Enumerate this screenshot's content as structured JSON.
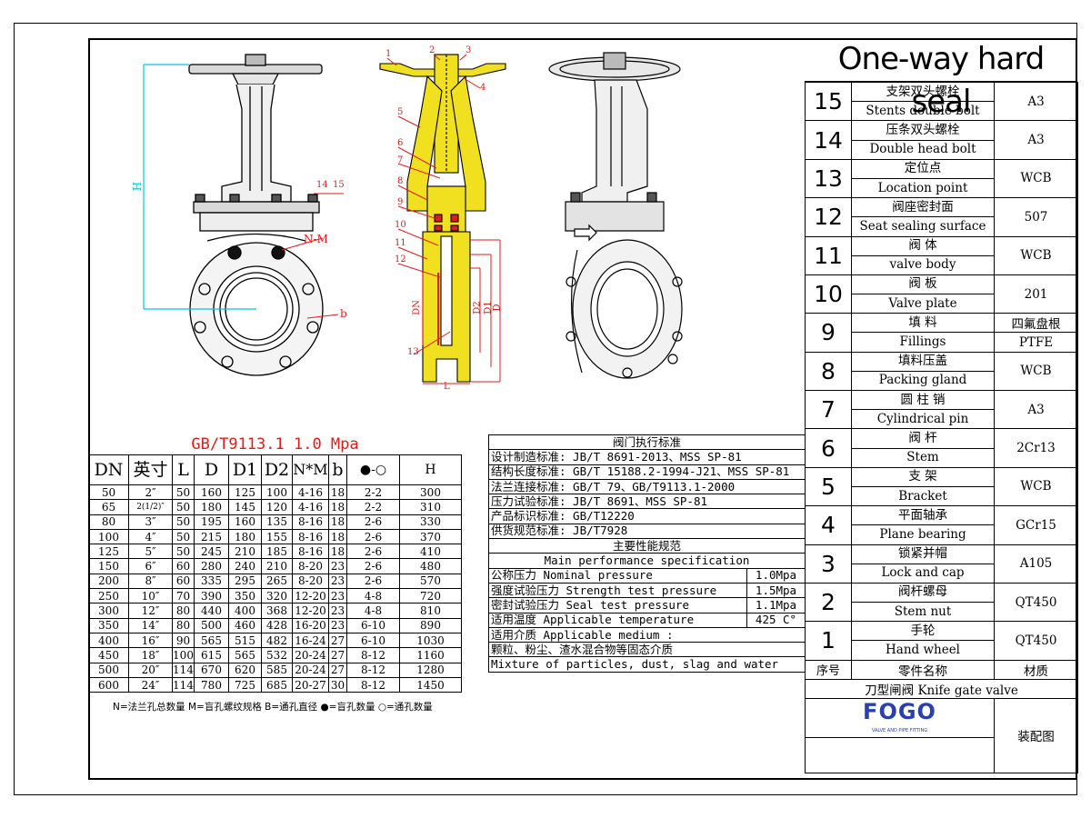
{
  "title": "One-way hard seal",
  "callouts": {
    "h_left": "H",
    "n_m": "N-M",
    "b": "b",
    "p14": "14",
    "p15": "15",
    "dn": "DN",
    "d2": "D2",
    "d1": "D1",
    "d": "D",
    "l": "L",
    "part_numbers": [
      "1",
      "2",
      "3",
      "4",
      "5",
      "6",
      "7",
      "8",
      "9",
      "10",
      "11",
      "12",
      "13"
    ]
  },
  "size_table": {
    "standard": "GB/T9113.1   1.0 Mpa",
    "headers": [
      "DN",
      "英寸",
      "L",
      "D",
      "D1",
      "D2",
      "N*M",
      "b",
      "●-○",
      "H"
    ],
    "rows": [
      [
        "50",
        "2″",
        "50",
        "160",
        "125",
        "100",
        "4-16",
        "18",
        "2-2",
        "300"
      ],
      [
        "65",
        "2(1/2)″",
        "50",
        "180",
        "145",
        "120",
        "4-16",
        "18",
        "2-2",
        "310"
      ],
      [
        "80",
        "3″",
        "50",
        "195",
        "160",
        "135",
        "8-16",
        "18",
        "2-6",
        "330"
      ],
      [
        "100",
        "4″",
        "50",
        "215",
        "180",
        "155",
        "8-16",
        "18",
        "2-6",
        "370"
      ],
      [
        "125",
        "5″",
        "50",
        "245",
        "210",
        "185",
        "8-16",
        "18",
        "2-6",
        "410"
      ],
      [
        "150",
        "6″",
        "60",
        "280",
        "240",
        "210",
        "8-20",
        "23",
        "2-6",
        "480"
      ],
      [
        "200",
        "8″",
        "60",
        "335",
        "295",
        "265",
        "8-20",
        "23",
        "2-6",
        "570"
      ],
      [
        "250",
        "10″",
        "70",
        "390",
        "350",
        "320",
        "12-20",
        "23",
        "4-8",
        "720"
      ],
      [
        "300",
        "12″",
        "80",
        "440",
        "400",
        "368",
        "12-20",
        "23",
        "4-8",
        "810"
      ],
      [
        "350",
        "14″",
        "80",
        "500",
        "460",
        "428",
        "16-20",
        "23",
        "6-10",
        "890"
      ],
      [
        "400",
        "16″",
        "90",
        "565",
        "515",
        "482",
        "16-24",
        "27",
        "6-10",
        "1030"
      ],
      [
        "450",
        "18″",
        "100",
        "615",
        "565",
        "532",
        "20-24",
        "27",
        "8-12",
        "1160"
      ],
      [
        "500",
        "20″",
        "114",
        "670",
        "620",
        "585",
        "20-24",
        "27",
        "8-12",
        "1280"
      ],
      [
        "600",
        "24″",
        "114",
        "780",
        "725",
        "685",
        "20-27",
        "30",
        "8-12",
        "1450"
      ]
    ],
    "note": "N=法兰孔总数量  M=盲孔螺纹规格  B=通孔直径  ●=盲孔数量  ○=通孔数量"
  },
  "standards": {
    "header": "阀门执行标准",
    "lines": [
      "设计制造标准: JB/T 8691-2013、MSS SP-81",
      "结构长度标准: GB/T 15188.2-1994-J21、MSS SP-81",
      "法兰连接标准: GB/T 79、GB/T9113.1-2000",
      "压力试验标准: JB/T 8691、MSS SP-81",
      "产品标识标准: GB/T12220",
      "供货规范标准: JB/T7928"
    ],
    "perf_header_cn": "主要性能规范",
    "perf_header_en": "Main performance specification",
    "perf": [
      {
        "label": "公称压力 Nominal pressure",
        "value": "1.0Mpa"
      },
      {
        "label": "强度试验压力 Strength test pressure",
        "value": "1.5Mpa"
      },
      {
        "label": "密封试验压力 Seal test pressure",
        "value": "1.1Mpa"
      },
      {
        "label": "适用温度 Applicable temperature",
        "value": "425 C°"
      }
    ],
    "medium_lines": [
      "适用介质 Applicable medium :",
      "颗粒、粉尘、渣水混合物等固态介质",
      "Mixture of particles, dust, slag and water"
    ]
  },
  "parts": [
    {
      "no": "15",
      "cn": "支架双头螺栓",
      "en": "Stents double bolt",
      "mat": "A3"
    },
    {
      "no": "14",
      "cn": "压条双头螺栓",
      "en": "Double head bolt",
      "mat": "A3"
    },
    {
      "no": "13",
      "cn": "定位点",
      "en": "Location point",
      "mat": "WCB"
    },
    {
      "no": "12",
      "cn": "阀座密封面",
      "en": "Seat sealing surface",
      "mat": "507"
    },
    {
      "no": "11",
      "cn": "阀    体",
      "en": "valve body",
      "mat": "WCB"
    },
    {
      "no": "10",
      "cn": "阀    板",
      "en": "Valve plate",
      "mat": "201"
    },
    {
      "no": "9",
      "cn": "填    料",
      "en": "Fillings",
      "mat": "四氟盘根",
      "mat2": "PTFE"
    },
    {
      "no": "8",
      "cn": "填料压盖",
      "en": "Packing gland",
      "mat": "WCB"
    },
    {
      "no": "7",
      "cn": "圆 柱 销",
      "en": "Cylindrical pin",
      "mat": "A3"
    },
    {
      "no": "6",
      "cn": "阀    杆",
      "en": "Stem",
      "mat": "2Cr13"
    },
    {
      "no": "5",
      "cn": "支    架",
      "en": "Bracket",
      "mat": "WCB"
    },
    {
      "no": "4",
      "cn": "平面轴承",
      "en": "Plane bearing",
      "mat": "GCr15"
    },
    {
      "no": "3",
      "cn": "锁紧并帽",
      "en": "Lock and cap",
      "mat": "A105"
    },
    {
      "no": "2",
      "cn": "阀杆螺母",
      "en": "Stem nut",
      "mat": "QT450"
    },
    {
      "no": "1",
      "cn": "手轮",
      "en": "Hand wheel",
      "mat": "QT450"
    }
  ],
  "parts_header": {
    "no": "序号",
    "name": "零件名称",
    "mat": "材质"
  },
  "product_name": "刀型闸阀 Knife gate valve",
  "logo": {
    "text": "FOGO",
    "tagline": "VALVE AND PIPE FITTING"
  },
  "drawing_type": "装配图",
  "colors": {
    "dimension": "#00c8e8",
    "callout": "#e01c1c",
    "section": "#f0e020",
    "logo": "#2a3fb0",
    "logo_accent": "#e01c1c"
  }
}
